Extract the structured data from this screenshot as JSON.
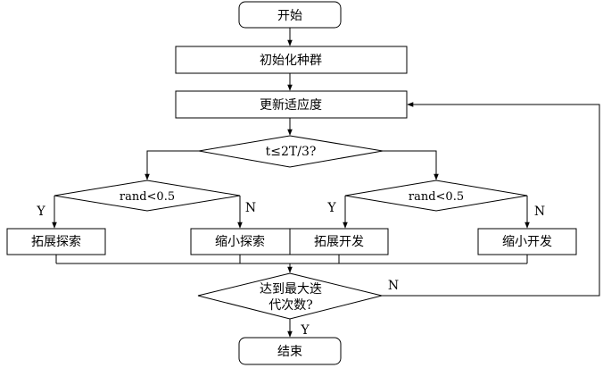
{
  "nodes": {
    "start": "开始",
    "init": "初始化种群",
    "update": "更新适应度",
    "cond_t": "t≤2T/3?",
    "cond_rand_left": "rand<0.5",
    "cond_rand_right": "rand<0.5",
    "expand_explore": "拓展探索",
    "shrink_explore": "缩小探索",
    "expand_exploit": "拓展开发",
    "shrink_exploit": "缩小开发",
    "max_iter_line1": "达到最大迭",
    "max_iter_line2": "代次数?",
    "end": "结束"
  },
  "edge_labels": {
    "left_yes": "Y",
    "left_no": "N",
    "right_yes": "Y",
    "right_no": "N",
    "loop_no": "N",
    "end_yes": "Y"
  }
}
